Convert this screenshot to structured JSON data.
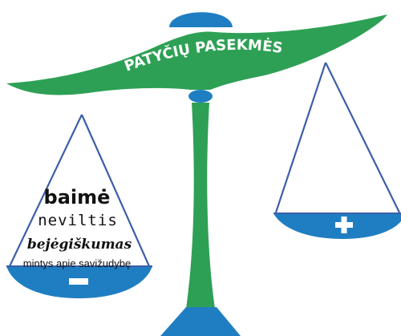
{
  "title": "PATYČIŲ PASEKMĖS",
  "left_pan": {
    "items": [
      "baimė",
      "neviltis",
      "bejėgiškumas",
      "mintys apie savižudybę"
    ],
    "sign": "minus"
  },
  "right_pan": {
    "sign": "plus"
  },
  "colors": {
    "green": "#2ea055",
    "blue": "#1f7ec2",
    "chain": "#3d5ea8",
    "text": "#111111"
  }
}
